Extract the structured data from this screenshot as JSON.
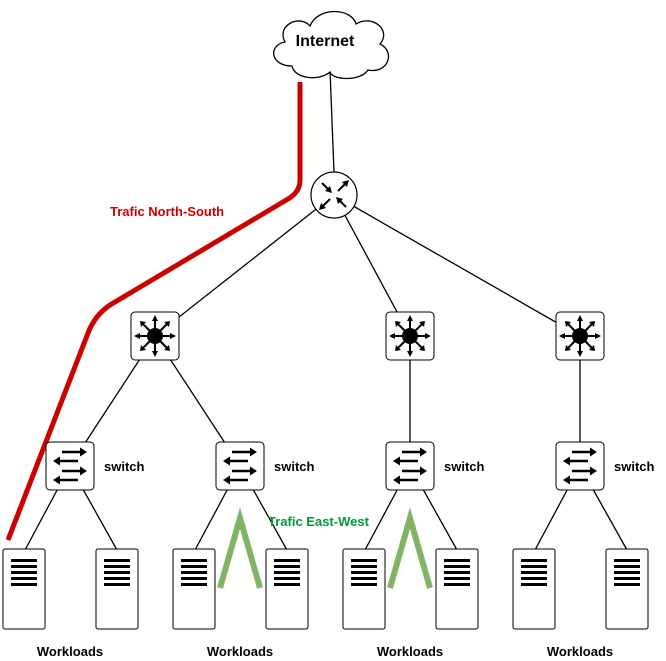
{
  "cloud": {
    "label": "Internet"
  },
  "labels": {
    "north_south": "Trafic North-South",
    "east_west": "Trafic East-West"
  },
  "switch_label": "switch",
  "workloads_label": "Workloads",
  "colors": {
    "line": "#000000",
    "north_south": "#cc0000",
    "east_west": "#82b366",
    "east_west_text": "#009933",
    "device_fill": "#ffffff"
  },
  "icons": {
    "router": "router-icon",
    "core_switch": "layer3-switch-icon",
    "access_switch": "switch-icon",
    "server": "server-icon",
    "cloud": "cloud-icon"
  }
}
